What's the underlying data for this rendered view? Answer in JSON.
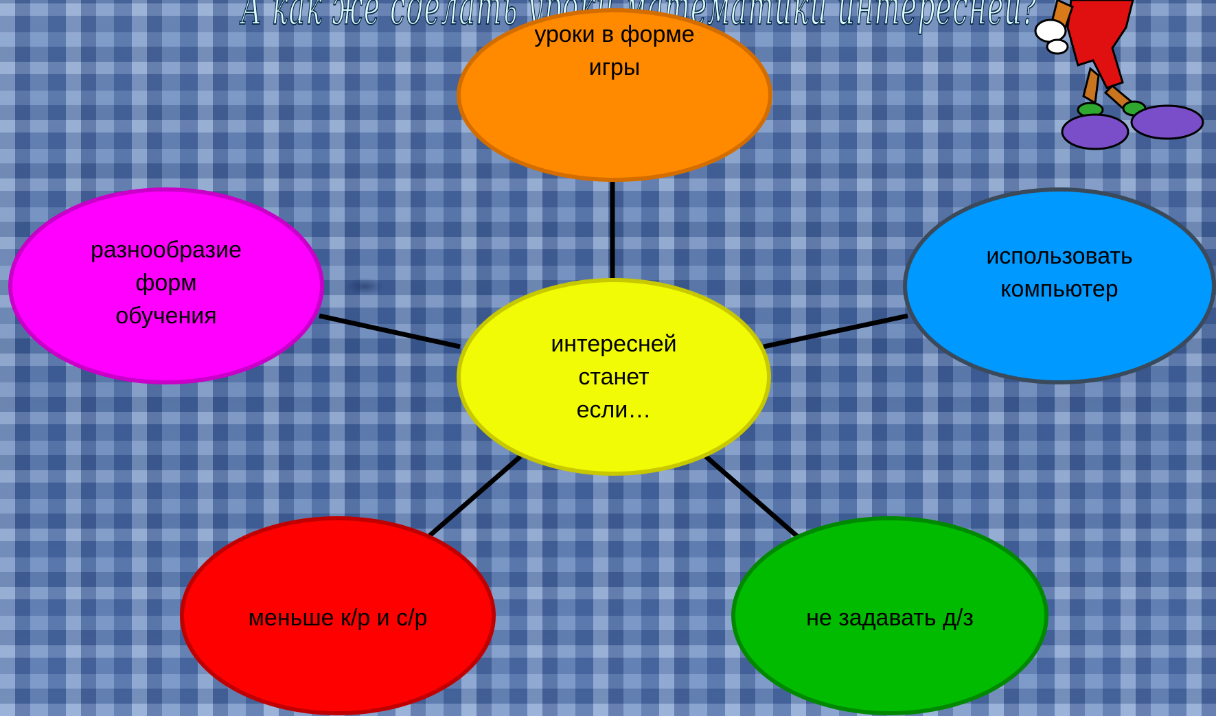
{
  "title": "А как же сделать уроки математики интересней?",
  "center": {
    "text": "интересней\nстанет\nесли…",
    "fill": "#f1fb06",
    "stroke": "#c8c800"
  },
  "branches": [
    {
      "id": "top",
      "text": "уроки в форме\nигры",
      "fill": "#ff8a00",
      "stroke": "#d36d00"
    },
    {
      "id": "left",
      "text": "разнообразие\nформ\nобучения",
      "fill": "#ff00ff",
      "stroke": "#c800c8"
    },
    {
      "id": "right",
      "text": "использовать\nкомпьютер",
      "fill": "#0099ff",
      "stroke": "#3a4a5a"
    },
    {
      "id": "bottom-left",
      "text": "меньше к/р и с/р",
      "fill": "#ff0000",
      "stroke": "#c00000"
    },
    {
      "id": "bottom-right",
      "text": "не задавать д/з",
      "fill": "#00bb00",
      "stroke": "#008800"
    }
  ]
}
